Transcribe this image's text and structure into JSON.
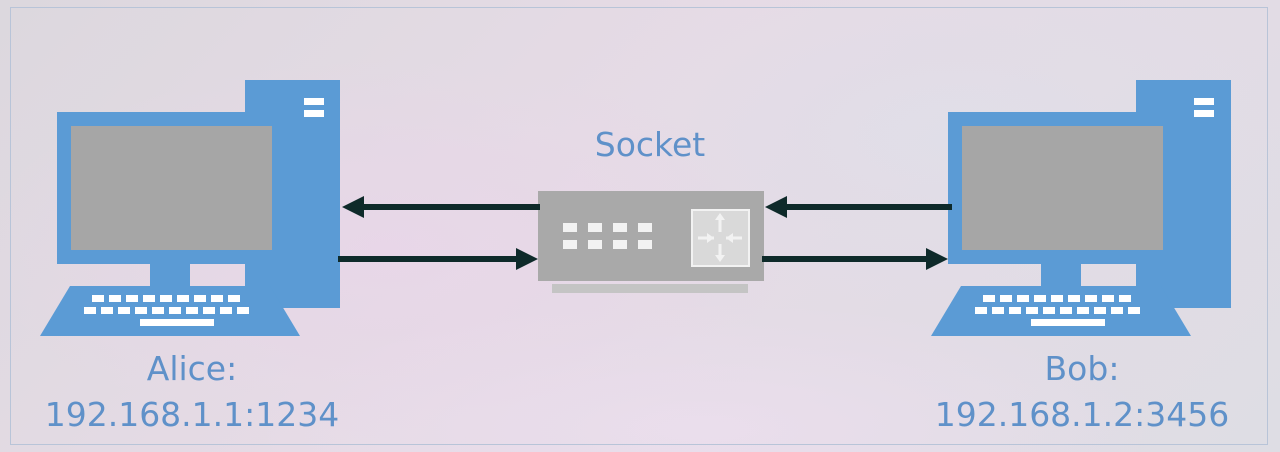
{
  "socket": {
    "label": "Socket"
  },
  "alice": {
    "name": "Alice:",
    "address": "192.168.1.1:1234"
  },
  "bob": {
    "name": "Bob:",
    "address": "192.168.1.2:3456"
  },
  "colors": {
    "computer_blue": "#5b9bd5",
    "screen_gray": "#a6a6a6",
    "switch_gray": "#a9a9a9",
    "arrow": "#0e2a2a",
    "label_blue": "#5f91c9"
  },
  "icons": [
    "computer-icon",
    "network-switch-icon",
    "arrow-icon"
  ]
}
